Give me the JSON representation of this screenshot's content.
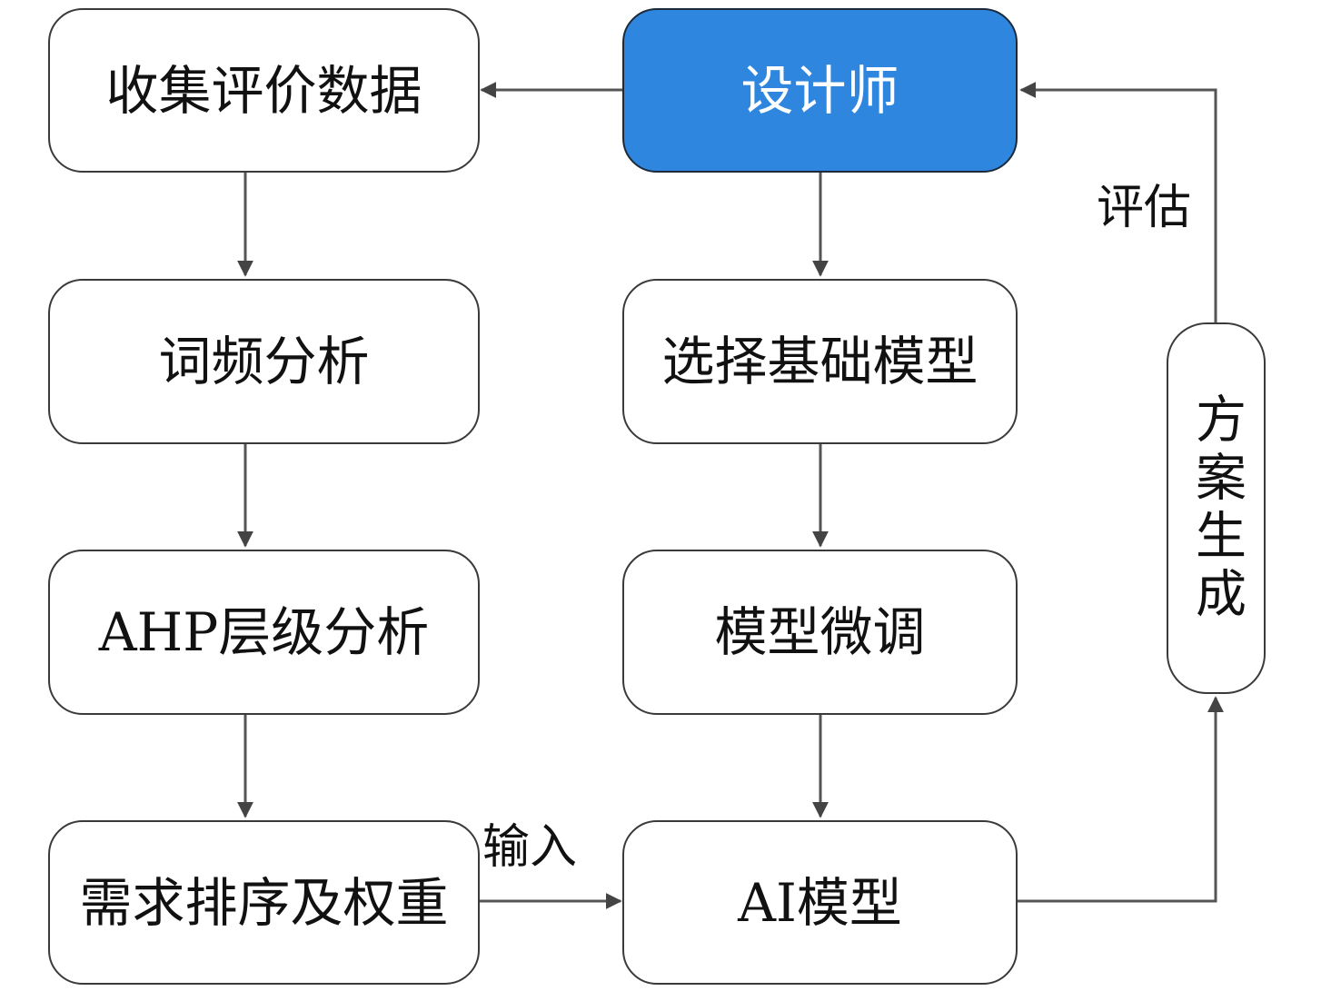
{
  "nodes": {
    "collect": "收集评价数据",
    "freq": "词频分析",
    "ahp": "AHP层级分析",
    "rank": "需求排序及权重",
    "designer": "设计师",
    "select": "选择基础模型",
    "finetune": "模型微调",
    "ai_model": "AI模型",
    "generate": "方案生成"
  },
  "edge_labels": {
    "input": "输入",
    "evaluate": "评估"
  },
  "colors": {
    "highlight": "#2e86de",
    "line": "#444444"
  }
}
